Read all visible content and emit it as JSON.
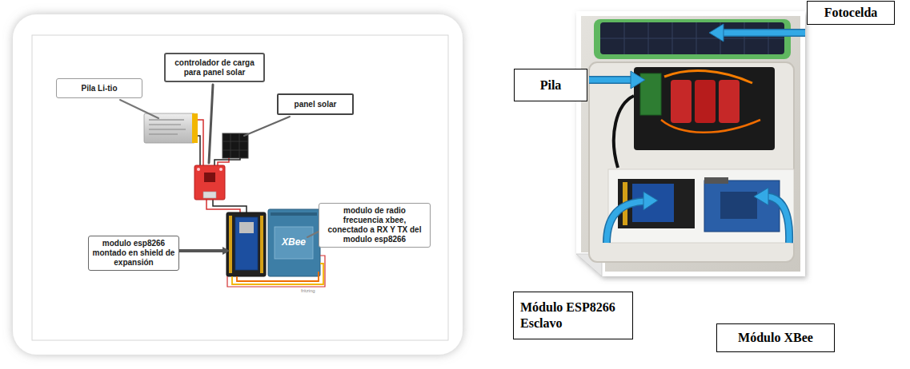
{
  "diagram": {
    "nodes": [
      {
        "text": [
          "controlador de carga para panel solar"
        ]
      },
      {
        "text": [
          "Pila Li-tio"
        ]
      },
      {
        "text": [
          "panel solar"
        ]
      },
      {
        "text": [
          "modulo de radio frecuencia xbee, conectado a RX Y TX del modulo esp8266"
        ]
      },
      {
        "text": [
          "modulo esp8266 montado en shield de expansión"
        ]
      },
      {
        "text": [
          "Fotocelda"
        ]
      },
      {
        "text": [
          "Pila"
        ]
      },
      {
        "text": [
          "Módulo ESP8266 Esclavo"
        ]
      },
      {
        "text": [
          "Módulo XBee"
        ]
      }
    ],
    "labels": [
      "XBee",
      "fritzing"
    ]
  }
}
